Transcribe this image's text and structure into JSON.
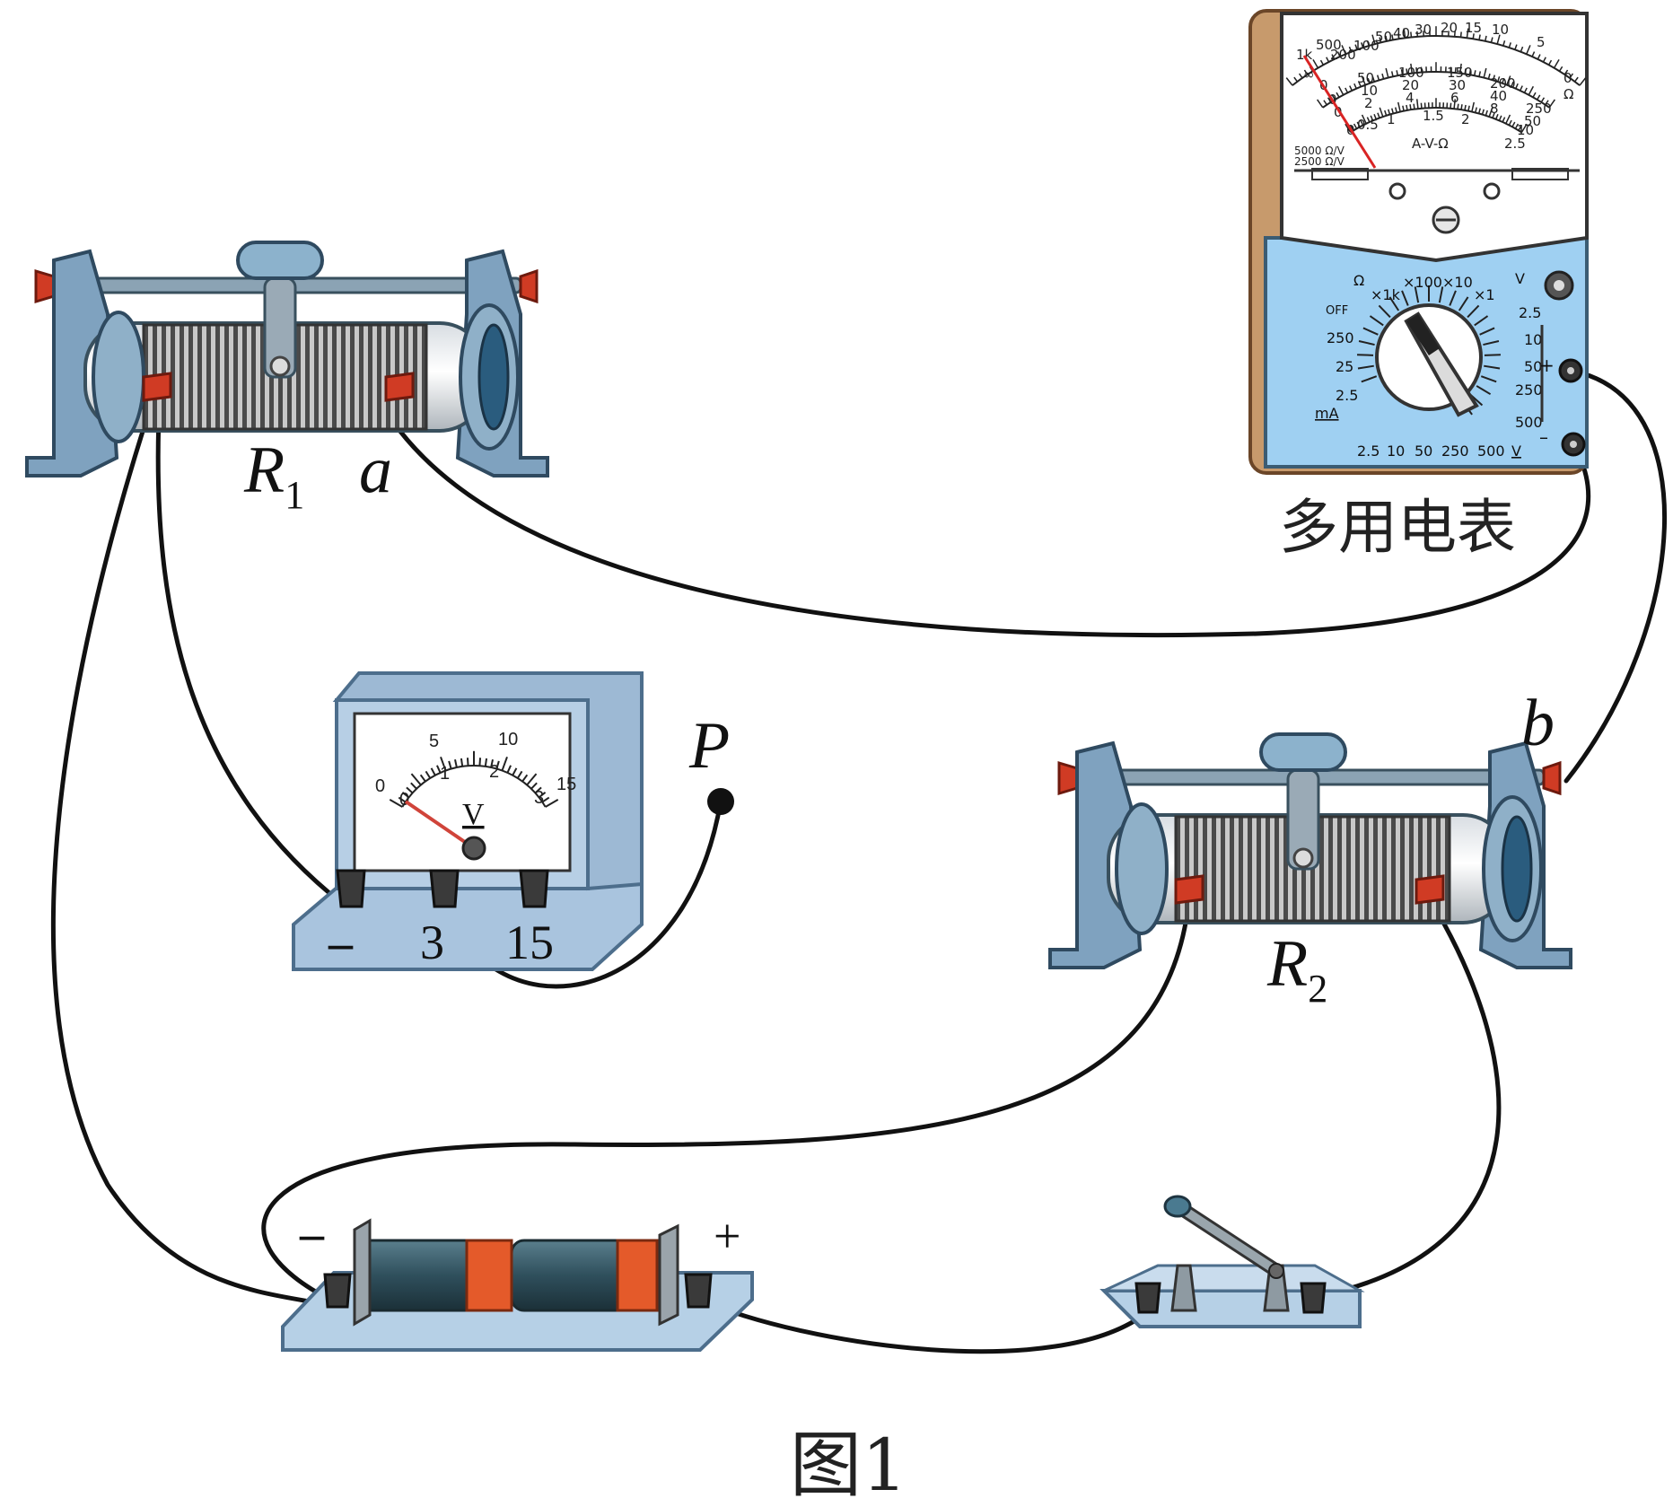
{
  "figure": {
    "caption": "图1"
  },
  "rheostat_r1": {
    "label": "R",
    "label_sub": "1",
    "terminal_label": "a"
  },
  "rheostat_r2": {
    "label": "R",
    "label_sub": "2",
    "terminal_label": "b"
  },
  "voltmeter": {
    "terminal_neg": "–",
    "terminal_3": "3",
    "terminal_15": "15",
    "unit": "V",
    "scale_top": [
      "0",
      "5",
      "10",
      "15"
    ],
    "scale_bottom": [
      "0",
      "1",
      "2",
      "3"
    ],
    "probe_label": "P"
  },
  "battery": {
    "neg_label": "–",
    "pos_label": "+"
  },
  "multimeter": {
    "caption": "多用电表",
    "scale_ohm_top": [
      "∞",
      "1k",
      "500",
      "200",
      "100",
      "50",
      "40",
      "30",
      "20",
      "15",
      "10",
      "5",
      "0"
    ],
    "scale_mid": [
      "0",
      "50",
      "100",
      "150",
      "200",
      "250"
    ],
    "scale_mid2": [
      "0",
      "10",
      "20",
      "30",
      "40",
      "50"
    ],
    "scale_low": [
      "0",
      "2",
      "4",
      "6",
      "8",
      "10"
    ],
    "scale_ac": [
      "0",
      "0.5",
      "1",
      "1.5",
      "2",
      "2.5"
    ],
    "ohm_unit": "Ω",
    "panel_note": "A-V-Ω",
    "spec_1": "5000 Ω/V",
    "spec_2": "2500 Ω/V",
    "dial_ohm": "Ω",
    "dial_x1k": "×1k",
    "dial_x100": "×100",
    "dial_x10": "×10",
    "dial_x1": "×1",
    "dial_off": "OFF",
    "dial_ma": "mA",
    "dial_ma_values": [
      "250",
      "25",
      "2.5"
    ],
    "dial_v_values": [
      "2.5",
      "10",
      "50",
      "250",
      "500"
    ],
    "dial_v_bottom": [
      "2.5",
      "10",
      "50",
      "250",
      "500"
    ],
    "dial_v": "V",
    "dial_v_ac": "V",
    "plus": "+",
    "minus": "–"
  }
}
